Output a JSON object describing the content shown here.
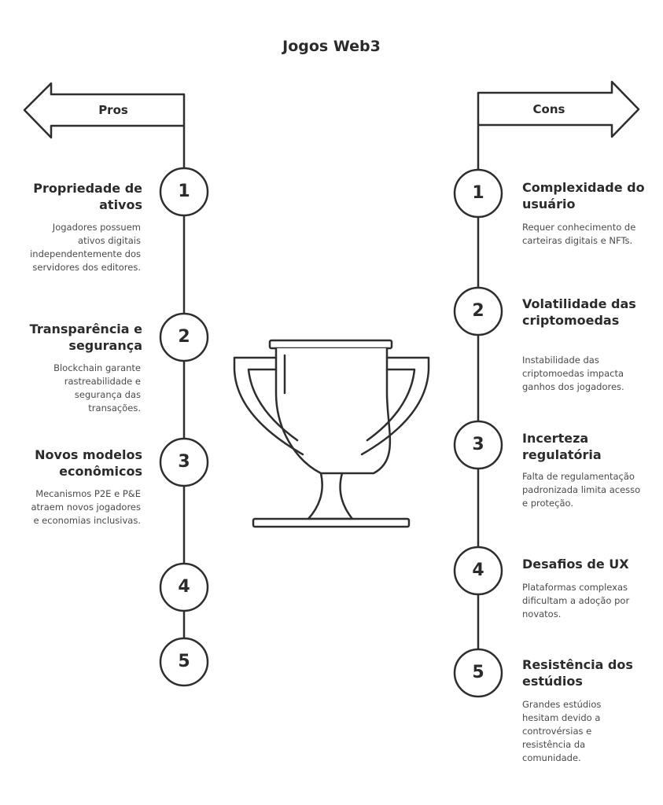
{
  "title": "Jogos Web3",
  "pros": {
    "label": "Pros",
    "items": [
      {
        "number": "1",
        "title": "Propriedade de ativos",
        "description": "Jogadores possuem ativos digitais independentemente dos servidores dos editores."
      },
      {
        "number": "2",
        "title": "Transparência e segurança",
        "description": "Blockchain garante rastreabilidade e segurança das transações."
      },
      {
        "number": "3",
        "title": "Novos modelos econômicos",
        "description": "Mecanismos P2E e P&E atraem novos jogadores e economias inclusivas."
      },
      {
        "number": "4",
        "title": "",
        "description": ""
      },
      {
        "number": "5",
        "title": "",
        "description": ""
      }
    ]
  },
  "cons": {
    "label": "Cons",
    "items": [
      {
        "number": "1",
        "title": "Complexidade do usuário",
        "description": "Requer conhecimento de carteiras digitais e NFTs."
      },
      {
        "number": "2",
        "title": "Volatilidade das criptomoedas",
        "description": "Instabilidade das criptomoedas impacta ganhos dos jogadores."
      },
      {
        "number": "3",
        "title": "Incerteza regulatória",
        "description": "Falta de regulamentação padronizada limita acesso e proteção."
      },
      {
        "number": "4",
        "title": "Desafios de UX",
        "description": "Plataformas complexas dificultam a adoção por novatos."
      },
      {
        "number": "5",
        "title": "Resistência dos estúdios",
        "description": "Grandes estúdios hesitam devido a controvérsias e resistência da comunidade."
      }
    ]
  },
  "icons": {
    "center": "trophy-icon"
  },
  "colors": {
    "stroke": "#2e2e2e",
    "text": "#2b2b2b",
    "description": "#4a4a4a",
    "background": "#ffffff"
  }
}
